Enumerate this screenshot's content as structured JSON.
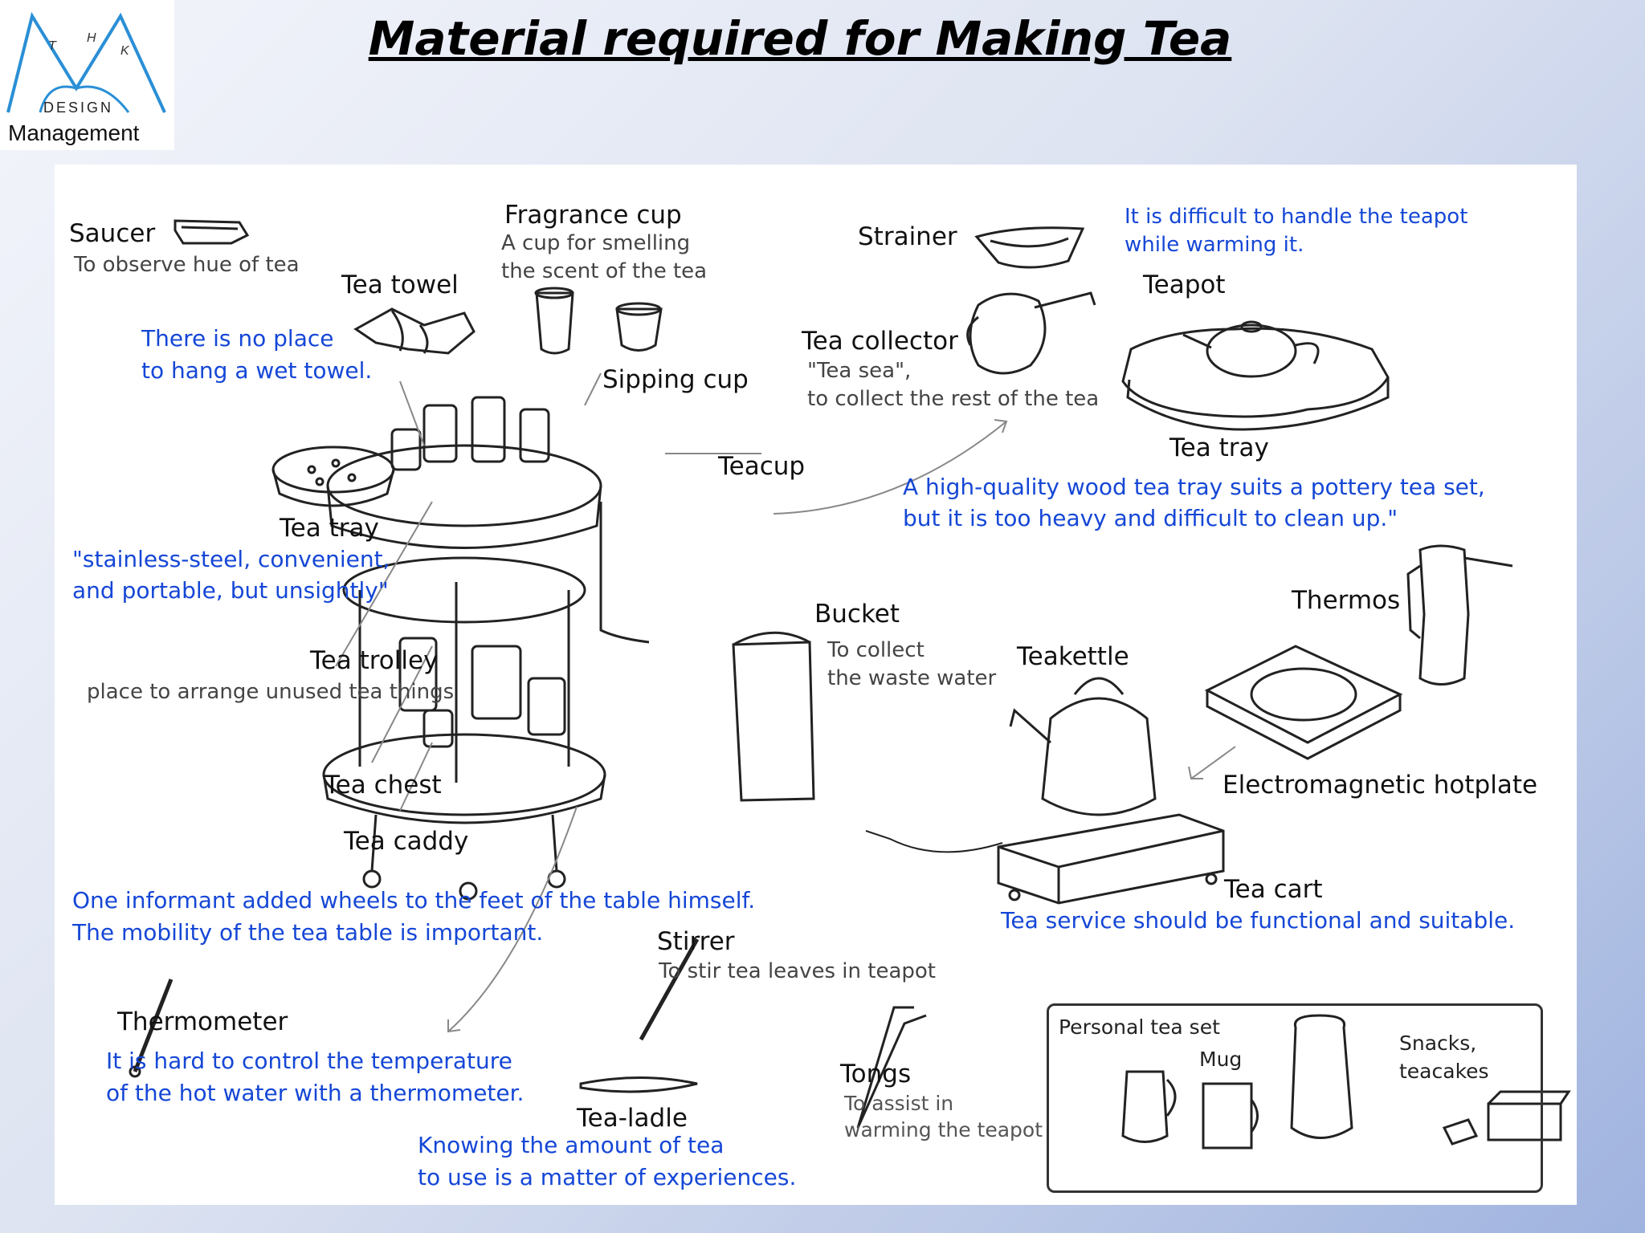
{
  "title": "Material required for Making Tea",
  "logo": {
    "brand": "Management",
    "sub": "DESIGN",
    "letters": [
      "T",
      "H",
      "K"
    ]
  },
  "labels": {
    "saucer": "Saucer",
    "saucer_desc": "To observe hue of tea",
    "tea_towel": "Tea towel",
    "towel_note_1": "There is no place",
    "towel_note_2": "to hang a wet towel.",
    "fragrance_cup": "Fragrance cup",
    "fragrance_desc_1": "A cup for smelling",
    "fragrance_desc_2": "the scent of the tea",
    "sipping_cup": "Sipping cup",
    "strainer": "Strainer",
    "teapot_note_1": "It is difficult to handle the teapot",
    "teapot_note_2": "while warming it.",
    "teapot": "Teapot",
    "tea_collector": "Tea collector",
    "collector_desc_1": "\"Tea sea\",",
    "collector_desc_2": "to collect the rest of the tea",
    "teacup": "Teacup",
    "tea_tray_wood": "Tea tray",
    "wood_note_1": "A high-quality wood tea tray suits a pottery tea set,",
    "wood_note_2": "but it is too heavy and difficult to clean up.\"",
    "tea_tray_steel": "Tea tray",
    "steel_note_1": "\"stainless-steel, convenient,",
    "steel_note_2": "and portable, but unsightly\"",
    "tea_trolley": "Tea trolley",
    "trolley_desc": "place to arrange unused tea things",
    "bucket": "Bucket",
    "bucket_desc_1": "To collect",
    "bucket_desc_2": "the waste water",
    "thermos": "Thermos",
    "teakettle": "Teakettle",
    "hotplate": "Electromagnetic hotplate",
    "tea_chest": "Tea chest",
    "tea_caddy": "Tea caddy",
    "tea_cart": "Tea cart",
    "cart_note": "Tea service should be functional and suitable.",
    "wheels_note_1": "One informant added wheels to the feet of the table himself.",
    "wheels_note_2": "The mobility of the tea table is important.",
    "stirrer": "Stirrer",
    "stirrer_desc": "To stir tea leaves in teapot",
    "thermometer": "Thermometer",
    "thermo_note_1": "It is hard to control the temperature",
    "thermo_note_2": "of the hot water with a thermometer.",
    "tea_ladle": "Tea-ladle",
    "ladle_note_1": "Knowing the amount of tea",
    "ladle_note_2": "to use  is a matter of experiences.",
    "tongs": "Tongs",
    "tongs_desc_1": "To assist in",
    "tongs_desc_2": "warming the teapot",
    "personal_set": "Personal tea set",
    "mug": "Mug",
    "snacks_1": "Snacks,",
    "snacks_2": "teacakes"
  }
}
